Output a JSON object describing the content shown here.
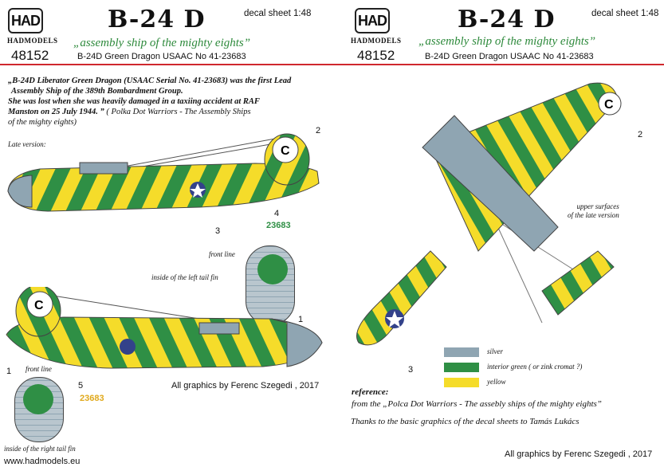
{
  "header_left": {
    "logo": "HAD",
    "brand": "HADMODELS",
    "number": "48152",
    "title": "B-24 D",
    "sheet": "decal sheet 1:48",
    "subtitle": "„assembly ship of the mighty eights”",
    "registration": "B-24D Green Dragon USAAC No 41-23683"
  },
  "header_right": {
    "logo": "HAD",
    "brand": "HADMODELS",
    "number": "48152",
    "title": "B-24 D",
    "sheet": "decal sheet 1:48",
    "subtitle": "„assembly ship of the mighty eights”",
    "registration": "B-24D Green Dragon USAAC No 41-23683"
  },
  "intro": {
    "quote_1": "„B-24D Liberator Green Dragon (USAAC Serial No. 41-23683) was the first Lead",
    "quote_2": "Assembly Ship of the 389th Bombardment Group.",
    "quote_3": "She was lost when she was heavily damaged in a taxiing accident at RAF",
    "quote_4": "Manston on 25 July 1944. ”",
    "source_1": " ( Polka Dot Warriors - The Assembly Ships",
    "source_2": "of the mighty eights)"
  },
  "late_version": "Late version:",
  "callouts": {
    "c1a": "1",
    "c1b": "1",
    "c2a": "2",
    "c2b": "2",
    "c3a": "3",
    "c3b": "3",
    "c4": "4",
    "c5": "5",
    "serial_a": "23683",
    "serial_b": "23683",
    "tail_letter": "C"
  },
  "front_line": "front line",
  "left_fin": "inside of the left tail fin",
  "right_fin": "inside of the right tail fin",
  "upper_1": "upper surfaces",
  "upper_2": "of the late version",
  "legend": [
    {
      "label": "silver",
      "color": "#8fa5b2"
    },
    {
      "label": "interior green ( or zink cromat ?)",
      "color": "#2f8f45"
    },
    {
      "label": "yellow",
      "color": "#f5dc2a"
    }
  ],
  "reference": {
    "heading": "reference:",
    "text": "from the „Polca Dot Warriors - The assebly ships of the mighty eights”",
    "thanks": "Thanks to the  basic graphics of the decal sheets to Tamás Lukács"
  },
  "credit_left": "All graphics by Ferenc Szegedi , 2017",
  "credit_right": "All graphics by Ferenc Szegedi , 2017",
  "website": "www.hadmodels.eu",
  "colors": {
    "red_line": "#d0282e",
    "green": "#2f8f45",
    "yellow": "#f5dc2a",
    "silver": "#8fa5b2"
  }
}
